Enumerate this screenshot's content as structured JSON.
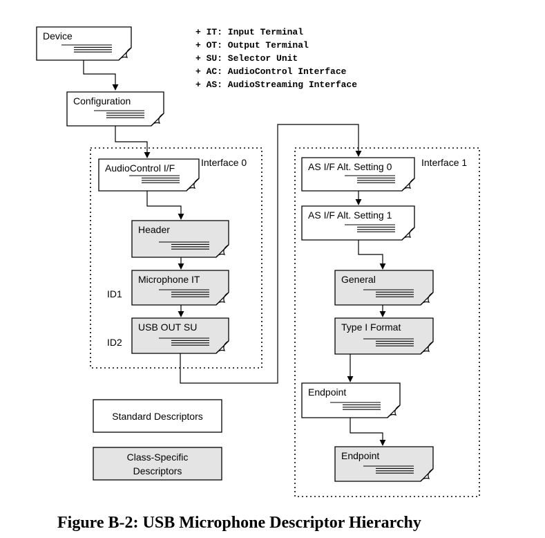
{
  "legend": [
    "+ IT: Input Terminal",
    "+ OT: Output Terminal",
    "+ SU:  Selector Unit",
    "+ AC:  AudioControl Interface",
    "+ AS:  AudioStreaming Interface"
  ],
  "nodes": {
    "device": "Device",
    "configuration": "Configuration",
    "audiocontrol_if": "AudioControl I/F",
    "header": "Header",
    "microphone_it": "Microphone IT",
    "usb_out_su": "USB OUT SU",
    "as_alt0": "AS I/F Alt. Setting 0",
    "as_alt1": "AS I/F Alt. Setting 1",
    "general": "General",
    "type1_format": "Type I Format",
    "endpoint_std": "Endpoint",
    "endpoint_cs": "Endpoint"
  },
  "groups": {
    "interface0": "Interface 0",
    "interface1": "Interface 1"
  },
  "ids": {
    "id1": "ID1",
    "id2": "ID2"
  },
  "key": {
    "standard": "Standard Descriptors",
    "class_specific_line1": "Class-Specific",
    "class_specific_line2": "Descriptors"
  },
  "colors": {
    "standard_fill": "#ffffff",
    "class_specific_fill": "#e4e4e4",
    "stroke": "#000000"
  },
  "caption": "Figure B-2: USB Microphone Descriptor Hierarchy"
}
